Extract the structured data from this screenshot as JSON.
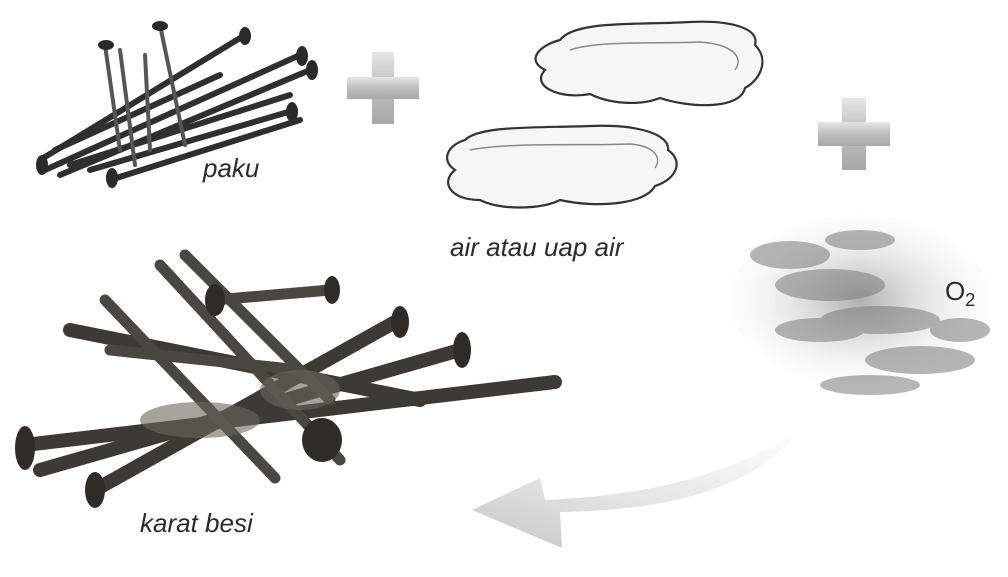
{
  "labels": {
    "nail": "paku",
    "water": "air atau uap air",
    "oxygen_main": "O",
    "oxygen_sub": "2",
    "rust": "karat besi"
  },
  "colors": {
    "nail_dark": "#2f2f2f",
    "nail_mid": "#5a5a5a",
    "rust_dark": "#3a3834",
    "plus_fill": "#c9c9c9",
    "water_fill": "#f4f4f4",
    "water_stroke": "#3a3a3a",
    "oxygen_cloud": "#8a8a8a",
    "arrow_fill": "#d8d8d8"
  },
  "icons": [
    "plus-icon",
    "water-puddle-icon",
    "oxygen-cloud-icon",
    "curved-arrow-icon",
    "nail-bundle-icon",
    "rusty-nail-pile-icon"
  ]
}
